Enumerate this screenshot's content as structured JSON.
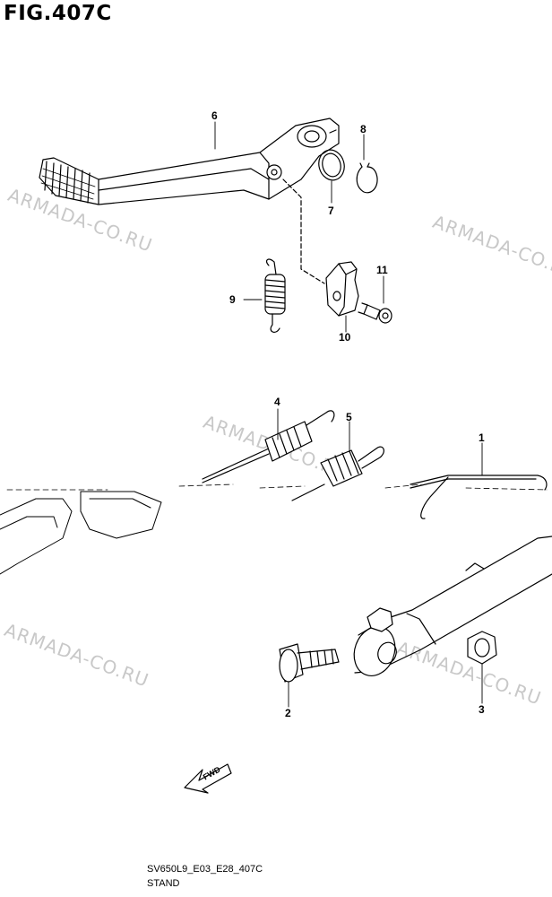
{
  "figure": {
    "title": "FIG.407C"
  },
  "watermarks": [
    "ARMADA-CO.RU",
    "ARMADA-CO.RU",
    "ARMADA-CO.RU",
    "ARMADA-CO.RU",
    "ARMADA-CO.RU"
  ],
  "callouts": [
    "6",
    "8",
    "7",
    "11",
    "9",
    "10",
    "4",
    "5",
    "1",
    "2",
    "3"
  ],
  "fwd_label": "FWD",
  "footer": {
    "model_code": "SV650L9_E03_E28_407C",
    "section": "STAND"
  }
}
